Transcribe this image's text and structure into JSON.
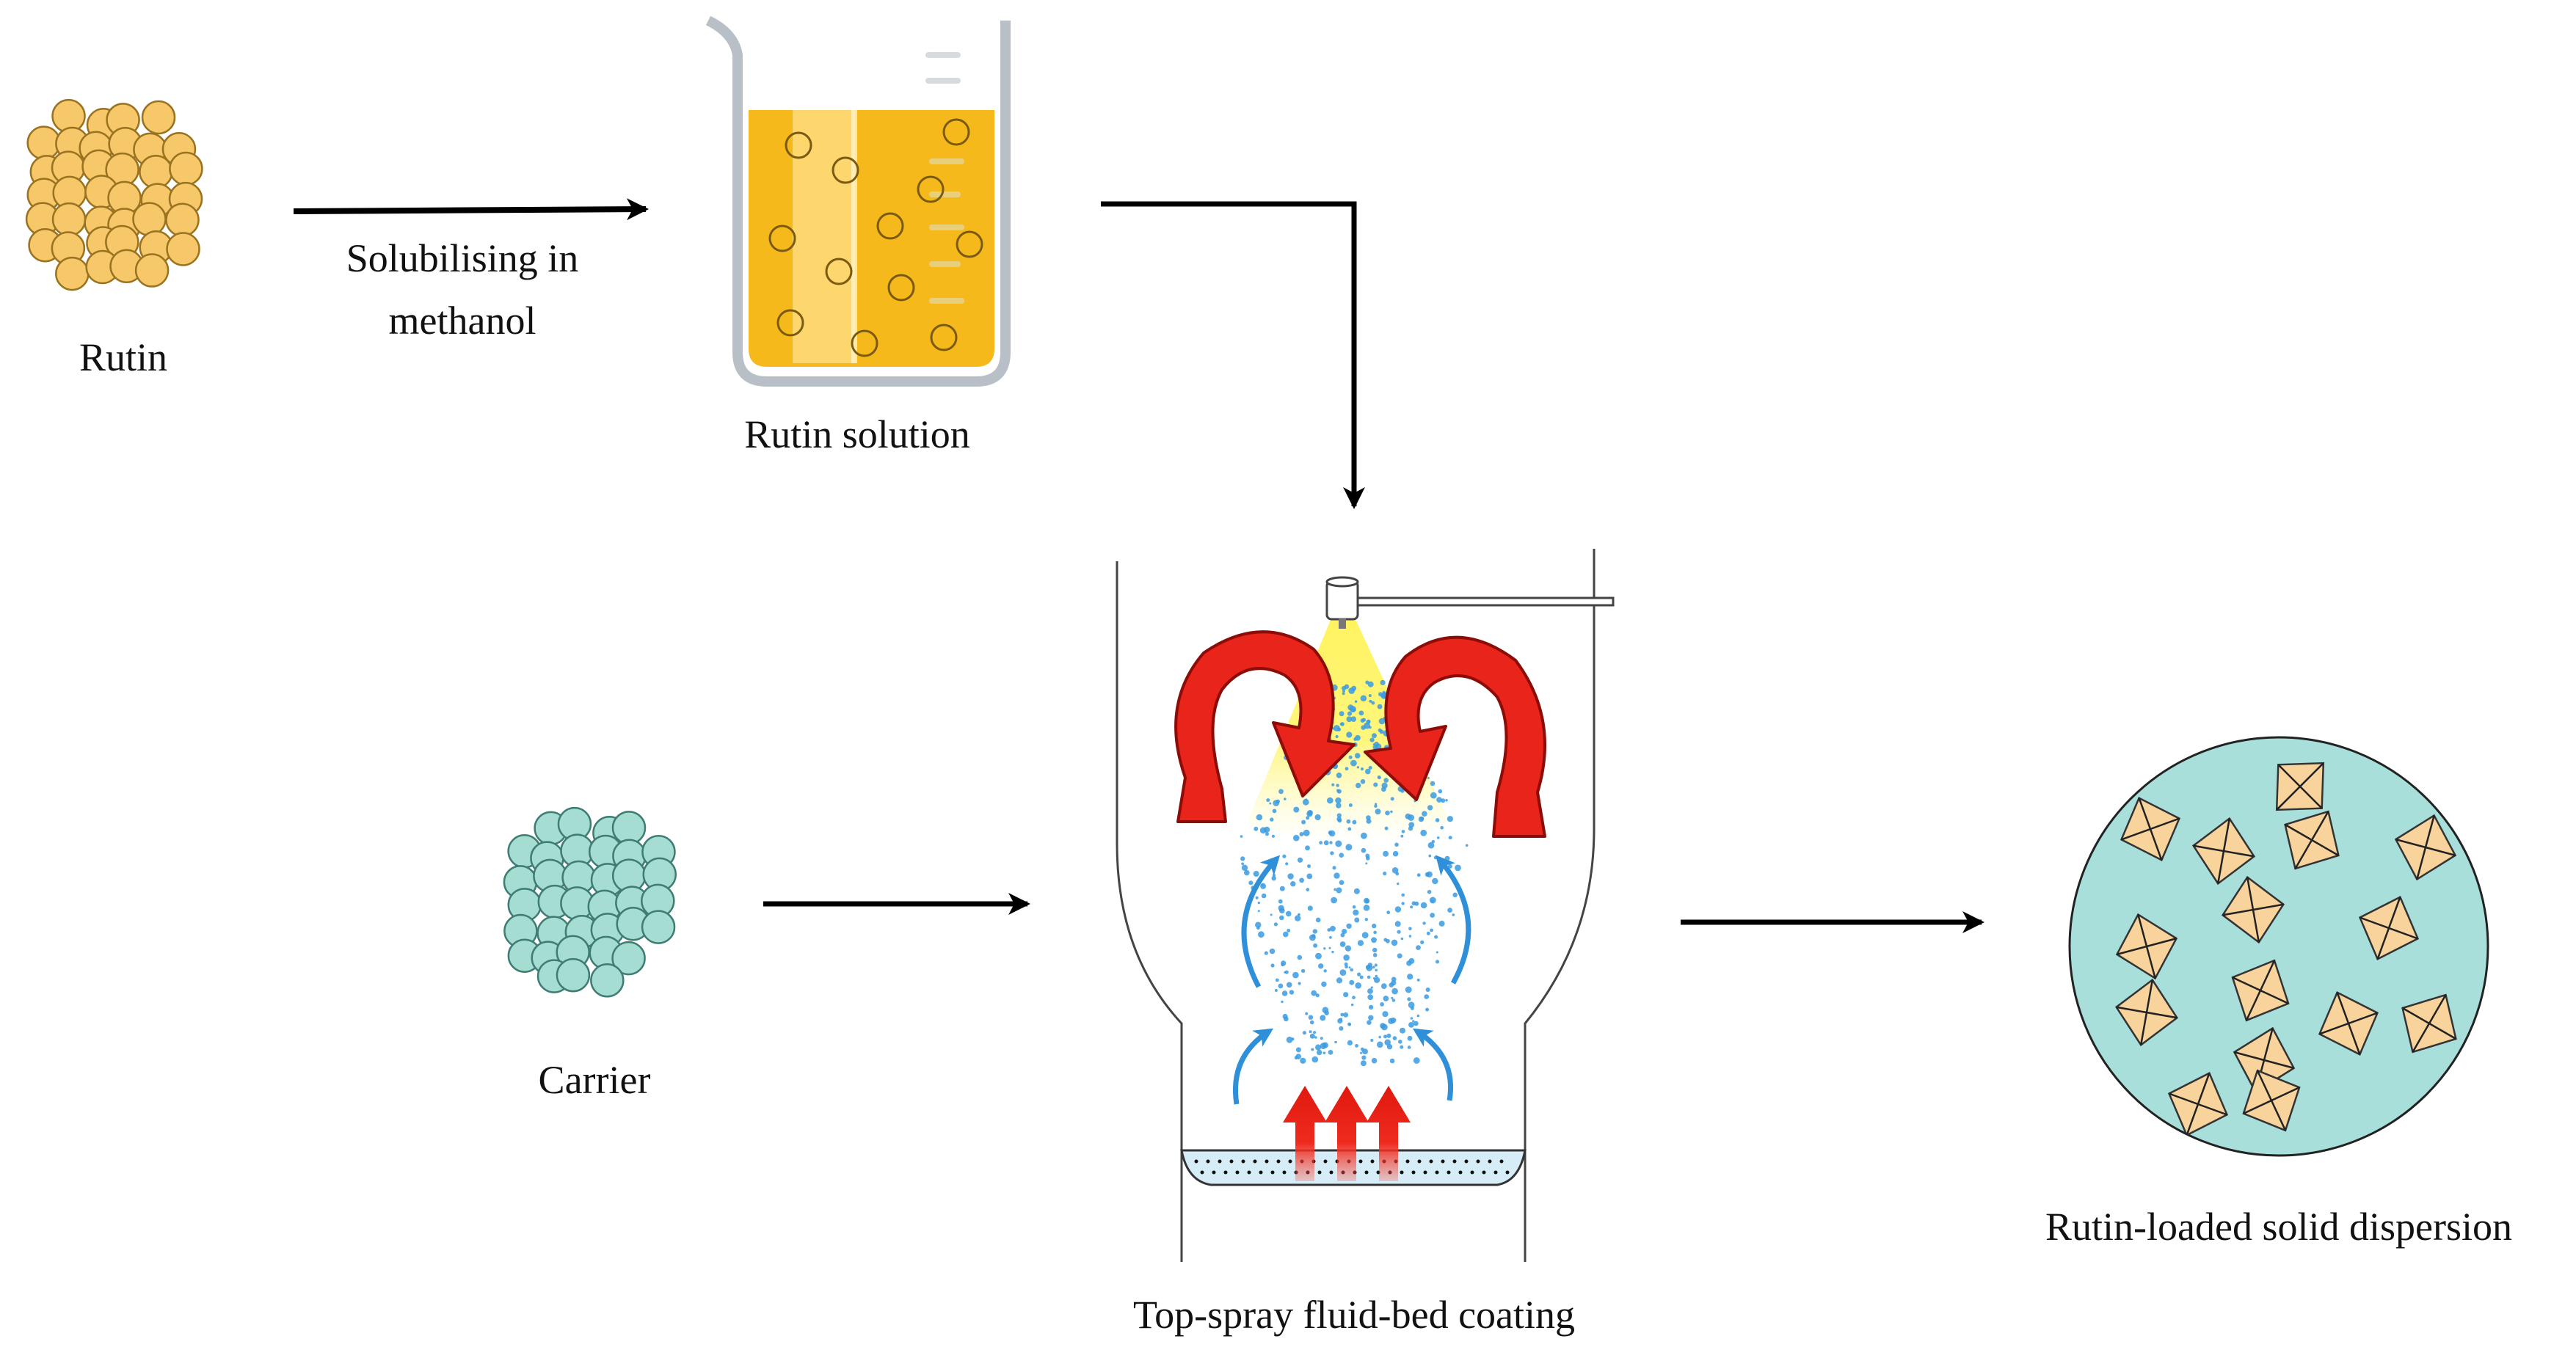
{
  "labels": {
    "rutin": "Rutin",
    "step_solubilise_line1": "Solubilising in",
    "step_solubilise_line2": "methanol",
    "rutin_solution": "Rutin solution",
    "carrier": "Carrier",
    "fluid_bed": "Top-spray fluid-bed coating",
    "product": "Rutin-loaded solid dispersion"
  },
  "colors": {
    "rutin_particle": "#f7c86a",
    "rutin_particle_stroke": "#9a7320",
    "solution_fill": "#f6b91c",
    "solution_highlight": "#ffe08a",
    "beaker_outline": "#b9bfc6",
    "carrier_particle": "#a6ddd3",
    "carrier_stroke": "#3f7d74",
    "spray_yellow": "#fff25a",
    "droplet_blue": "#3a9be0",
    "airflow_red": "#e8241b",
    "airflow_red_dark": "#a10f0a",
    "product_background": "#a9dfda",
    "product_crystal": "#f8d39c",
    "arrow": "#000000"
  },
  "icons": {
    "rutin": "particle-cluster-icon",
    "solution": "beaker-icon",
    "carrier": "particle-cluster-icon",
    "apparatus": "fluid-bed-coater-icon",
    "product": "crystal-dispersion-icon"
  }
}
